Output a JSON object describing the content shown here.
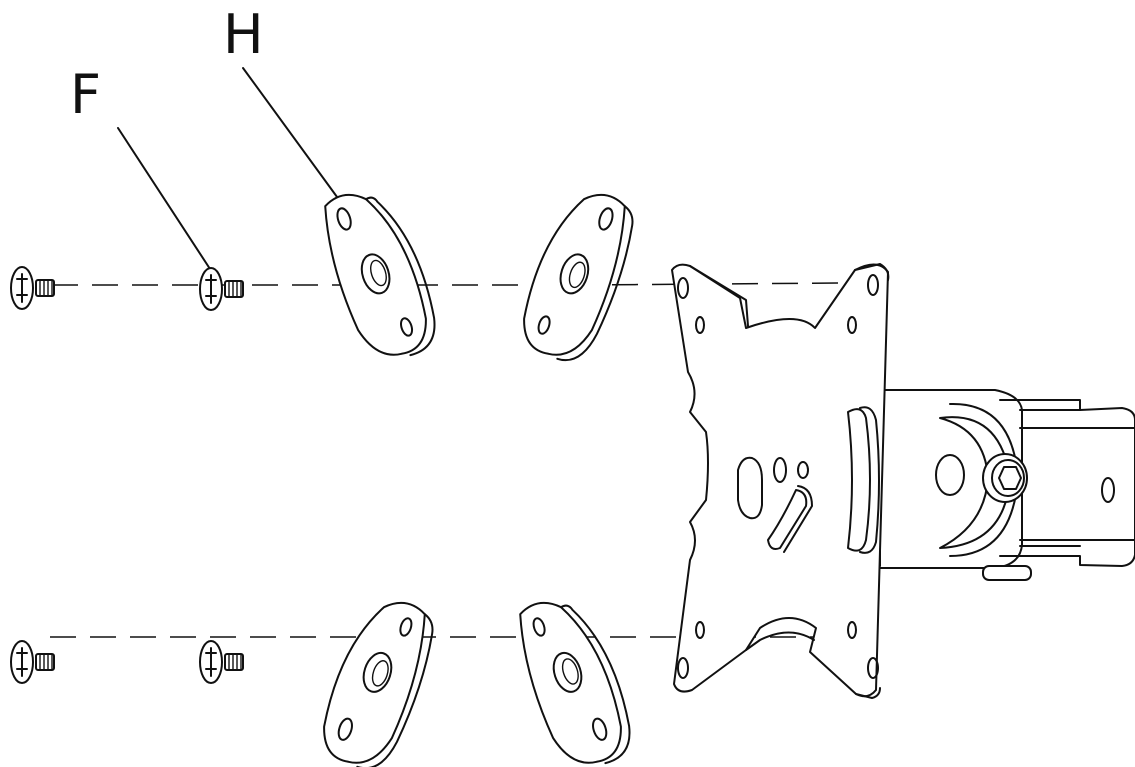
{
  "callouts": {
    "spacer_label": "H",
    "screw_label": "F"
  },
  "parts": {
    "screw_count": 4,
    "spacer_count": 4
  }
}
